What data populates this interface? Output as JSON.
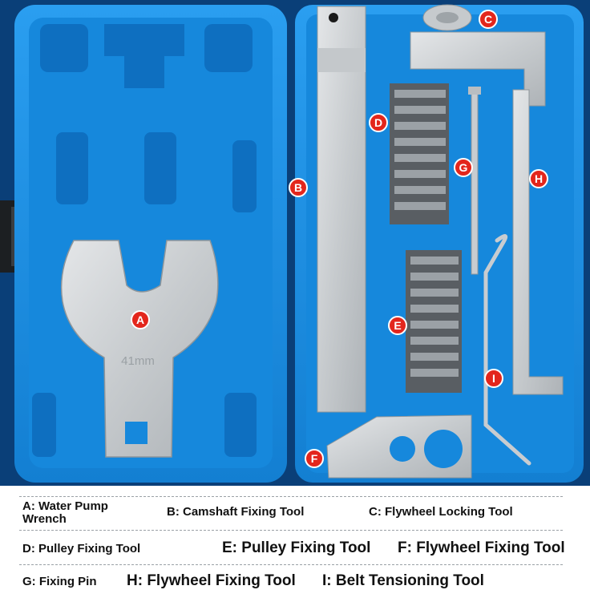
{
  "photo": {
    "wrench_engraving": "41mm"
  },
  "callouts": [
    "A",
    "B",
    "C",
    "D",
    "E",
    "F",
    "G",
    "H",
    "I"
  ],
  "legend": {
    "row1": [
      "A: Water Pump Wrench",
      "B: Camshaft Fixing Tool",
      "C: Flywheel Locking Tool"
    ],
    "row2": [
      "D: Pulley Fixing Tool",
      "E: Pulley Fixing Tool",
      "F: Flywheel Fixing Tool"
    ],
    "row3": [
      "G: Fixing Pin",
      "H: Flywheel Fixing Tool",
      "I: Belt Tensioning Tool"
    ]
  },
  "colors": {
    "case_blue": "#1a8fe0",
    "case_dark": "#0b5fae",
    "steel": "#cfd3d6",
    "callout_red": "#e3261c"
  }
}
